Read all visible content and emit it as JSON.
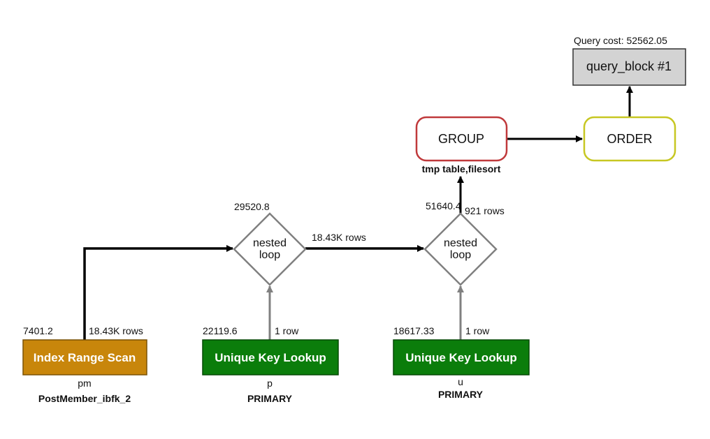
{
  "colors": {
    "index_range_scan": "#c8860b",
    "unique_key_lookup": "#0b7d0b",
    "group_border": "#c0393b",
    "order_border": "#c7c722",
    "query_block_fill": "#d3d3d3",
    "diamond_border": "#808080",
    "edge_thick": "#000000",
    "edge_thin": "#808080"
  },
  "query_block": {
    "label": "query_block #1",
    "cost_text": "Query cost: 52562.05"
  },
  "group": {
    "label": "GROUP",
    "detail": "tmp table,filesort"
  },
  "order": {
    "label": "ORDER"
  },
  "nested_loop_1": {
    "line1": "nested",
    "line2": "loop",
    "cost": "29520.8",
    "out_rows": "18.43K rows"
  },
  "nested_loop_2": {
    "line1": "nested",
    "line2": "loop",
    "cost": "51640.4",
    "out_rows": "921 rows"
  },
  "index_range_scan": {
    "label": "Index Range Scan",
    "cost": "7401.2",
    "rows": "18.43K rows",
    "table": "pm",
    "key": "PostMember_ibfk_2"
  },
  "unique_key_lookup_p": {
    "label": "Unique Key Lookup",
    "cost": "22119.6",
    "rows": "1 row",
    "table": "p",
    "key": "PRIMARY"
  },
  "unique_key_lookup_u": {
    "label": "Unique Key Lookup",
    "cost": "18617.33",
    "rows": "1 row",
    "table": "u",
    "key": "PRIMARY"
  }
}
